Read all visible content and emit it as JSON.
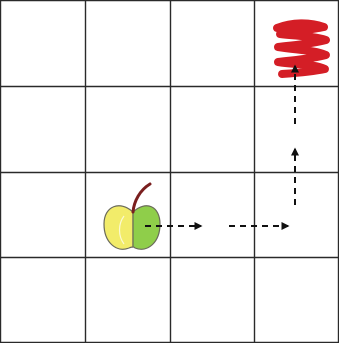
{
  "grid": {
    "rows": 4,
    "cols": 4,
    "line_color": "#2a2a2a"
  },
  "apple": {
    "icon": "apple-icon",
    "row": 2,
    "col": 1,
    "colors": {
      "left": "#f2ec6a",
      "right": "#8fce4a",
      "stem": "#7a1f1f",
      "outline": "#6a6a5a"
    }
  },
  "target": {
    "icon": "red-scribble-icon",
    "row": 0,
    "col": 3,
    "color": "#d41e26"
  },
  "path": {
    "style": "dashed-arrows",
    "color": "#111111",
    "moves": [
      "right",
      "right",
      "up",
      "up"
    ]
  }
}
